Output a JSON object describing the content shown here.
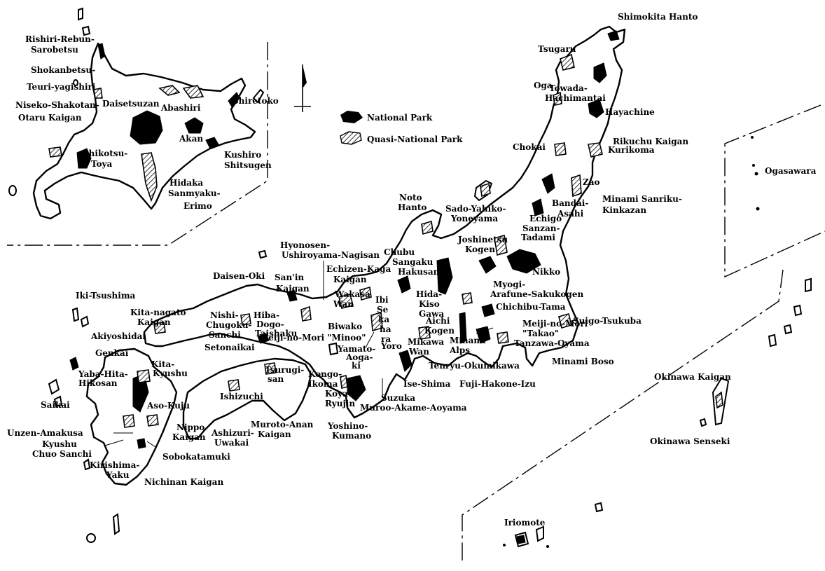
{
  "legend": {
    "national_park": "National Park",
    "quasi_national_park": "Quasi-National Park"
  },
  "colors": {
    "national_park": "#000000",
    "quasi_hatch": "#000000",
    "background": "#ffffff"
  },
  "labels": [
    "Shimokita Hanto",
    "Tsugaru",
    "Oga",
    "Towada-",
    "Hachimantai",
    "Hayachine",
    "Rikuchu Kaigan",
    "Chokai",
    "Kurikoma",
    "Zao",
    "Minami Sanriku-",
    "Kinkazan",
    "Bandai-",
    "Asahi",
    "Echigo",
    "Sanzan-",
    "Tadami",
    "Sado-Yahiko-",
    "Yoneyama",
    "Noto",
    "Hanto",
    "Joshinetsu",
    "Kogen",
    "Nikko",
    "Myogi-",
    "Arafune-Sakukogen",
    "Chichibu-Tama",
    "Suigo-Tsukuba",
    "Meiji-no-Mori",
    "\"Takao\"",
    "Tanzawa-Oyama",
    "Minami Boso",
    "Fuji-Hakone-Izu",
    "Tenryu-Okumikawa",
    "Ise-Shima",
    "Suzuka",
    "Muroo-Akame-Aoyama",
    "Yoshino-",
    "Kumano",
    "Chubu",
    "Sangaku",
    "Hakusan",
    "Hida-",
    "Kiso",
    "Gawa",
    "Aichi",
    "Kogen",
    "Mikawa",
    "Wan",
    "Minami",
    "Alps",
    "Ibi",
    "Se",
    "ka",
    "ha",
    "ra",
    "Yoro",
    "Echizen-Kaga",
    "Kaigan",
    "Wakasa",
    "Wan",
    "Biwako",
    "Meiji-no-Mori \"Minoo\"",
    "Yamato-",
    "Aoga-",
    "ki",
    "Kongo-",
    "Ikoma",
    "Koya-",
    "Ryujin",
    "Hyonosen-",
    "Ushiroyama-Nagisan",
    "Daisen-Oki",
    "San'in",
    "Kaigan",
    "Nishi-",
    "Chugoku-",
    "Sanchi",
    "Hiba-",
    "Dogo-",
    "Taishaku",
    "Setonaikai",
    "Tsurugi-",
    "san",
    "Ishizuchi",
    "Muroto-Anan",
    "Kaigan",
    "Ashizuri-",
    "Uwakai",
    "Iki-Tsushima",
    "Kita-nagato",
    "Kaigan",
    "Akiyoshidai",
    "Genkai",
    "Kita-",
    "Kyushu",
    "Yaba-Hita-",
    "Hikosan",
    "Saikai",
    "Aso-Kuju",
    "Unzen-Amakusa",
    "Kyushu",
    "Chuo Sanchi",
    "Nippo",
    "Kaigan",
    "Sobokatamuki",
    "Kirishima-",
    "Yaku",
    "Nichinan Kaigan",
    "Ogasawara",
    "Okinawa Kaigan",
    "Okinawa Senseki",
    "Iriomote",
    "Rishiri-Rebun-",
    "Sarobetsu",
    "Shokanbetsu-",
    "Teuri-yagishiri",
    "Niseko-Shakotan-",
    "Otaru Kaigan",
    "Daisetsuzan",
    "Abashiri",
    "Shiretoko",
    "Akan",
    "Kushiro",
    "Shitsugen",
    "Shikotsu-",
    "Toya",
    "Hidaka",
    "Sanmyaku-",
    "Erimo"
  ]
}
